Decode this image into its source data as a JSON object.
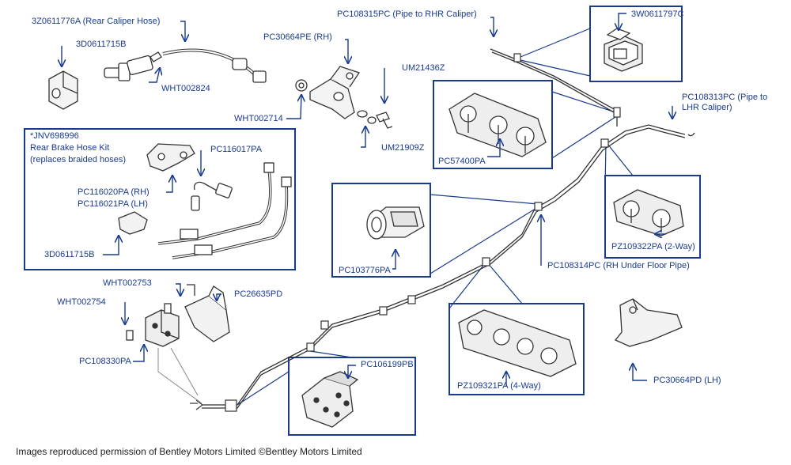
{
  "labels": {
    "rear_caliper_hose": "3Z0611776A (Rear Caliper Hose)",
    "bracket_top": "3D0611715B",
    "wht002824": "WHT002824",
    "pc30664pe": "PC30664PE (RH)",
    "um21436z": "UM21436Z",
    "wht002714": "WHT002714",
    "um21909z": "UM21909Z",
    "pc108315pc": "PC108315PC (Pipe to RHR Caliper)",
    "clip_3w": "3W0611797C",
    "pc108313pc_1": "PC108313PC (Pipe to",
    "pc108313pc_2": "LHR Caliper)",
    "pc57400pa": "PC57400PA",
    "kit_title": "*JNV698996",
    "kit_line2": "Rear Brake Hose Kit",
    "kit_line3": "(replaces braided hoses)",
    "pc116017pa": "PC116017PA",
    "pc116020pa": "PC116020PA (RH)",
    "pc116021pa": "PC116021PA (LH)",
    "bracket_kit": "3D0611715B",
    "pc103776pa": "PC103776PA",
    "pz109322pa": "PZ109322PA (2-Way)",
    "pc108314pc": "PC108314PC (RH Under Floor Pipe)",
    "wht002753": "WHT002753",
    "pc26635pd": "PC26635PD",
    "wht002754": "WHT002754",
    "pc108330pa": "PC108330PA",
    "pc106199pb": "PC106199PB",
    "pz109321pa": "PZ109321PA (4-Way)",
    "pc30664pd": "PC30664PD (LH)"
  },
  "footer": {
    "caption": "Images reproduced permission of Bentley Motors Limited ©Bentley Motors Limited"
  },
  "colors": {
    "label_blue": "#1a3a8c",
    "line_drawing": "#333333",
    "background": "#ffffff"
  }
}
